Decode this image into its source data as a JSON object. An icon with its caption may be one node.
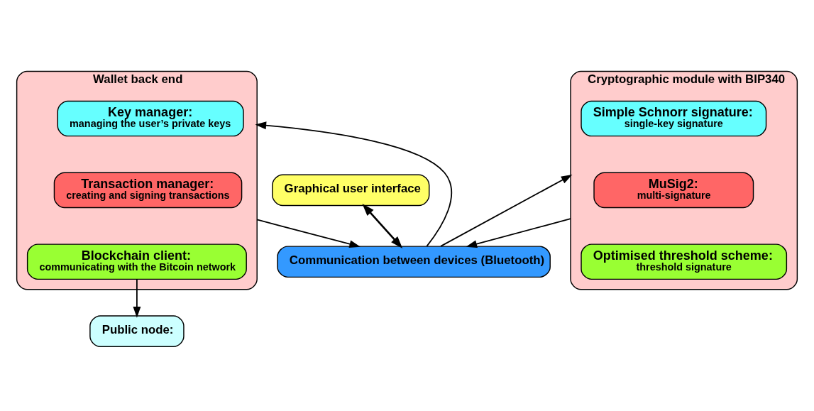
{
  "diagram": {
    "nodes": [
      {
        "text": [
          "Graphical user interface"
        ]
      },
      {
        "text": [
          "Communication between devices (Bluetooth)"
        ]
      },
      {
        "text": [
          "Wallet back end"
        ]
      },
      {
        "text": [
          "Key manager:",
          "managing the user’s private keys"
        ],
        "in": 2
      },
      {
        "text": [
          "Transaction manager:",
          "creating and signing transactions"
        ],
        "in": 2
      },
      {
        "text": [
          "Blockchain client:",
          "communicating with the Bitcoin network"
        ],
        "in": 2
      },
      {
        "text": [
          "Cryptographic module with BIP340"
        ]
      },
      {
        "text": [
          "Simple Schnorr signature:",
          "single-key signature"
        ],
        "in": 6
      },
      {
        "text": [
          "MuSig2:",
          "multi-signature"
        ],
        "in": 6
      },
      {
        "text": [
          "Optimised threshold scheme:",
          "threshold signature"
        ],
        "in": 6
      },
      {
        "text": [
          "Public node:"
        ]
      }
    ],
    "edges": [
      {
        "from": 0,
        "to": 1,
        "arrow": "both"
      },
      {
        "from": 1,
        "to": 2,
        "arrow": "to"
      },
      {
        "from": 1,
        "to": 6,
        "arrow": "to"
      },
      {
        "from": 2,
        "to": 1,
        "arrow": "to"
      },
      {
        "from": 6,
        "to": 1,
        "arrow": "to"
      },
      {
        "from": 5,
        "to": 10,
        "arrow": "to"
      }
    ]
  }
}
